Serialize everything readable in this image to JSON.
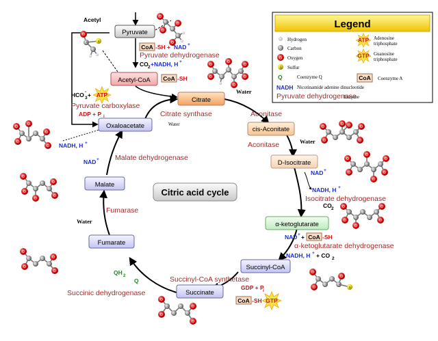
{
  "title": "Citric acid cycle",
  "metabolites": {
    "pyruvate": "Pyruvate",
    "acetyl_coa": "Acetyl-CoA",
    "citrate": "Citrate",
    "cis_aconitate": "cis-Aconitate",
    "d_isocitrate": "D-Isocitrate",
    "alpha_ketoglutarate": "α-ketoglutarate",
    "succinyl_coa": "Succinyl-CoA",
    "succinate": "Succinate",
    "fumarate": "Fumarate",
    "malate": "Malate",
    "oxaloacetate": "Oxaloacetate"
  },
  "enzymes": {
    "pyruvate_dehydrogenase": "Pyruvate dehydrogenase",
    "pyruvate_carboxylase": "Pyruvate carboxylase",
    "citrate_synthase": "Citrate synthase",
    "aconitase_1": "Aconitase",
    "aconitase_2": "Aconitase",
    "isocitrate_dehydrogenase": "Isocitrate dehydrogenase",
    "akg_dehydrogenase": "α-ketoglutarate dehydrogenase",
    "succinyl_coa_synthetase": "Succinyl-CoA synthetase",
    "succinic_dehydrogenase": "Succinic dehydrogenase",
    "fumarase": "Fumarase",
    "malate_dehydrogenase": "Malate dehydrogenase"
  },
  "cofactors": {
    "coa": "CoA",
    "sh": "-SH",
    "sh_plus": "-SH + ",
    "nad": "NAD",
    "nadh": "NADH, H",
    "plus_sign": "+",
    "co2": "CO",
    "co2_sub": "2",
    "two": "2",
    "co2_nadh": "CO",
    "co2_nadh_rest": "+NADH, H",
    "water": "Water",
    "hco3": "HCO",
    "hco3_sub": "3",
    "hco3_sup": "-",
    "hco3_plus": " + ",
    "atp": "ATP",
    "adp": "ADP + P",
    "adp_sub": "i",
    "gdp": "GDP + P",
    "gdp_sub": "i",
    "gtp": "GTP",
    "qh": "QH",
    "qh_sub": "2",
    "q": "Q",
    "acetyl": "Acetyl",
    "plus_co2": "+ CO",
    "nad_plus_sign": "+ "
  },
  "legend": {
    "title": "Legend",
    "hydrogen": "Hydrogen",
    "carbon": "Carbon",
    "oxygen": "Oxygen",
    "sulfur": "Sulfur",
    "coenzyme_q_symbol": "Q",
    "coenzyme_q": "Coenzyme Q",
    "nadh_symbol": "NADH",
    "nadh_desc": "Nicotinamide adenine dinucleotide",
    "enzyme_example": "Pyruvate dehydrogenase",
    "enzyme_word": "Enzyme",
    "atp_symbol": "ATP",
    "atp_line1": "Adenosine",
    "atp_line2": "triphosphate",
    "gtp_symbol": "GTP",
    "gtp_line1": "Guanosine",
    "gtp_line2": "triphosphate",
    "coa_symbol": "CoA",
    "coa_desc": "Coenzyme A",
    "c_letter": "C",
    "o_letter": "O",
    "s_letter": "S"
  },
  "colors": {
    "enzyme": "#a52a2a",
    "nad_blue": "#1a2bd6",
    "atp_red": "#d0121b",
    "legend_header": "#f3d400"
  }
}
